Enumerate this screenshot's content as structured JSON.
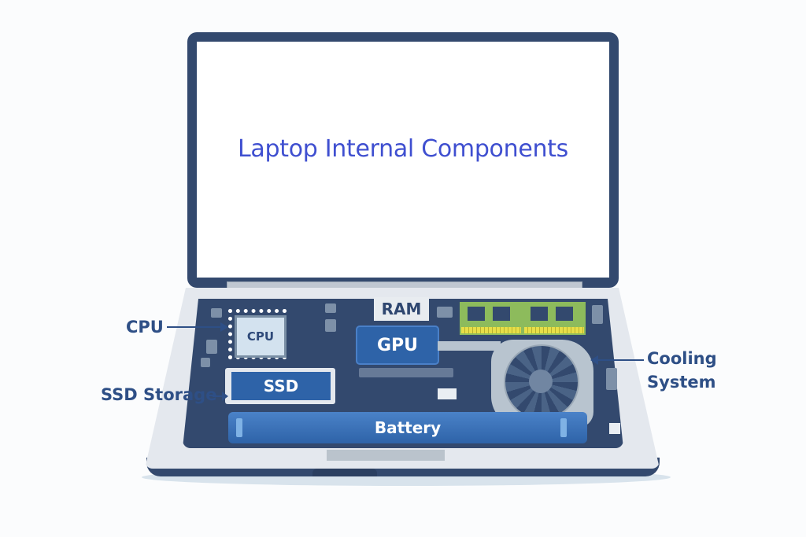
{
  "diagram": {
    "title": "Laptop Internal Components",
    "components": {
      "cpu": "CPU",
      "ram": "RAM",
      "gpu": "GPU",
      "ssd": "SSD",
      "battery": "Battery"
    },
    "callouts": {
      "cpu": "CPU",
      "ssd": "SSD Storage",
      "cooling_line1": "Cooling",
      "cooling_line2": "System"
    },
    "colors": {
      "title": "#3f4fd0",
      "frame": "#33496e",
      "component_blue": "#2e63a8",
      "ram_green": "#8dbb5c",
      "callout_text": "#2e4f86"
    }
  }
}
